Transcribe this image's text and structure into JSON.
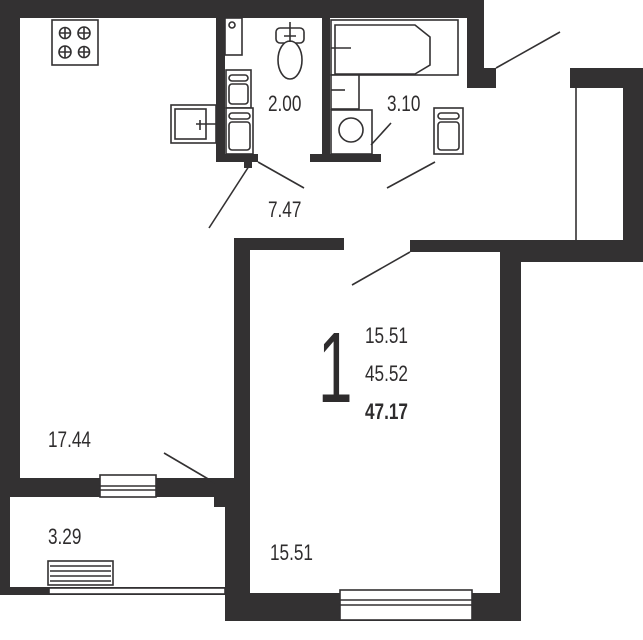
{
  "apartment": {
    "rooms_count": "1",
    "living_area": "15.51",
    "area_without_balcony": "45.52",
    "total_area": "47.17"
  },
  "rooms": {
    "wc": "2.00",
    "bathroom": "3.10",
    "hallway": "7.47",
    "kitchen_living": "17.44",
    "balcony": "3.29",
    "bedroom": "15.51"
  },
  "colors": {
    "wall": "#333132",
    "background": "#ffffff"
  }
}
